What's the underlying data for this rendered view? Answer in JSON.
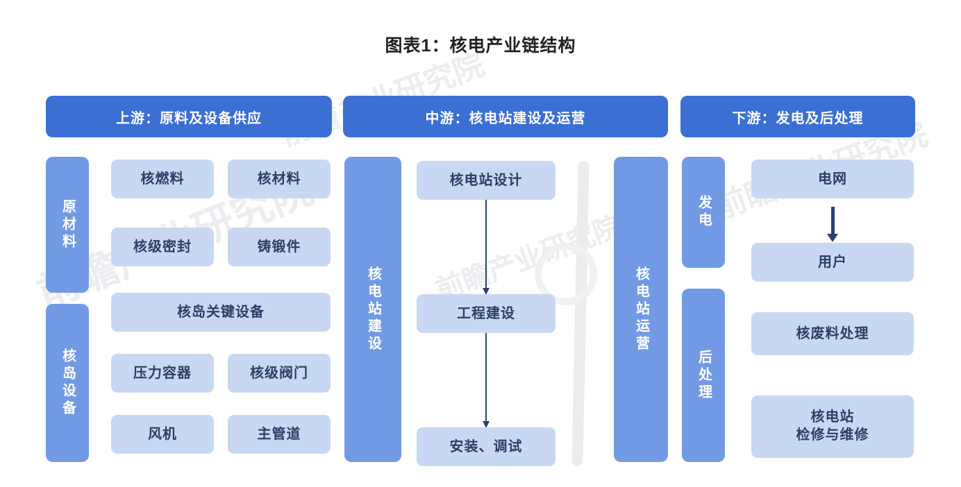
{
  "title": "图表1：核电产业链结构",
  "colors": {
    "header_blue": "#3b6fd4",
    "tab_blue": "#729ae4",
    "box_light_blue": "#c8d8f2",
    "box_text": "#2d3f66",
    "arrow": "#2c3e75",
    "background": "#ffffff"
  },
  "watermark": {
    "mark_1": "前瞻产业研究院",
    "mark_2": "前瞻产业研究院",
    "mark_3": "前瞻产业研究院",
    "mark_4": "前瞻产业研究院"
  },
  "sections": [
    {
      "id": "upstream",
      "header": "上游：原料及设备供应",
      "groups": [
        {
          "tab": "原材料",
          "boxes": [
            {
              "label": "核燃料"
            },
            {
              "label": "核材料"
            },
            {
              "label": "核级密封"
            },
            {
              "label": "铸锻件"
            }
          ]
        },
        {
          "tab": "核岛设备",
          "boxes": [
            {
              "label": "核岛关键设备"
            },
            {
              "label": "压力容器"
            },
            {
              "label": "核级阀门"
            },
            {
              "label": "风机"
            },
            {
              "label": "主管道"
            }
          ]
        }
      ]
    },
    {
      "id": "midstream",
      "header": "中游：核电站建设及运营",
      "groups": [
        {
          "tab": "核电站建设",
          "boxes": [
            {
              "label": "核电站设计"
            },
            {
              "label": "工程建设"
            },
            {
              "label": "安装、调试"
            }
          ],
          "flow": [
            "核电站设计",
            "工程建设",
            "安装、调试"
          ]
        },
        {
          "tab": "核电站运营",
          "boxes": []
        }
      ]
    },
    {
      "id": "downstream",
      "header": "下游：发电及后处理",
      "groups": [
        {
          "tab": "发电",
          "boxes": [
            {
              "label": "电网"
            },
            {
              "label": "用户"
            }
          ],
          "flow": [
            "电网",
            "用户"
          ]
        },
        {
          "tab": "后处理",
          "boxes": [
            {
              "label": "核废料处理"
            },
            {
              "label": "核电站\n检修与维修",
              "line1": "核电站",
              "line2": "检修与维修"
            }
          ]
        }
      ]
    }
  ]
}
